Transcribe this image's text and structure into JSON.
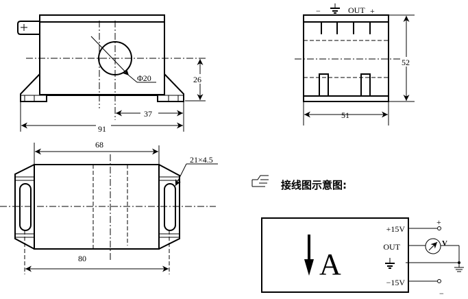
{
  "front_view": {
    "dim_diameter": "Φ20",
    "dim_height": "26",
    "dim_offset": "37",
    "dim_width": "91"
  },
  "side_view": {
    "pin_minus": "−",
    "pin_out": "OUT",
    "pin_plus": "+",
    "dim_height": "52",
    "dim_width": "51"
  },
  "top_view": {
    "dim_inner": "68",
    "dim_mount": "80",
    "dim_slot": "21×4.5"
  },
  "wiring": {
    "title": "接线图示意图:",
    "sensor_label": "A",
    "pin_pos": "+15V",
    "pin_out": "OUT",
    "pin_neg": "−15V",
    "term_plus": "+",
    "term_minus": "−",
    "meter_label": "V"
  }
}
